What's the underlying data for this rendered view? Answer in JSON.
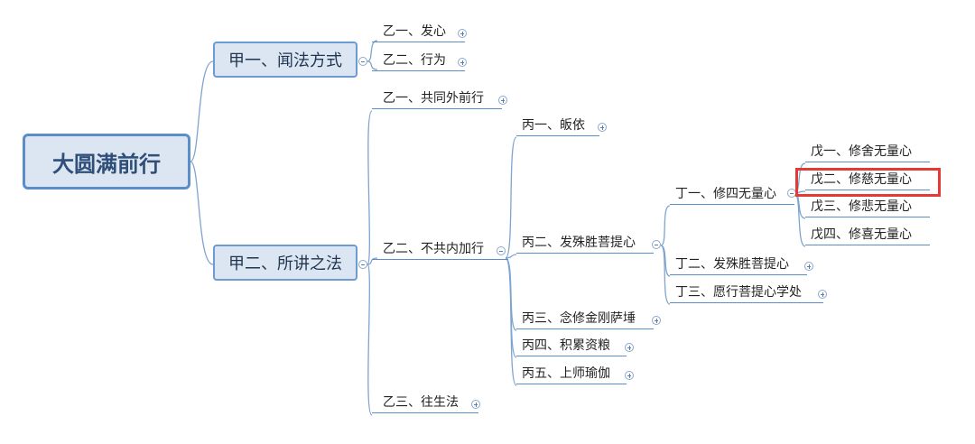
{
  "root": {
    "label": "大圆满前行"
  },
  "jia1": {
    "label": "甲一、闻法方式",
    "children": [
      "乙一、发心",
      "乙二、行为"
    ]
  },
  "jia2": {
    "label": "甲二、所讲之法",
    "yi1": "乙一、共同外前行",
    "yi2": "乙二、不共内加行",
    "yi3": "乙三、往生法"
  },
  "bing": [
    "丙一、皈依",
    "丙二、发殊胜菩提心",
    "丙三、念修金刚萨埵",
    "丙四、积累资粮",
    "丙五、上师瑜伽"
  ],
  "ding": [
    "丁一、修四无量心",
    "丁二、发殊胜菩提心",
    "丁三、愿行菩提心学处"
  ],
  "wu": [
    "戊一、修舍无量心",
    "戊二、修慈无量心",
    "戊三、修悲无量心",
    "戊四、修喜无量心"
  ],
  "colors": {
    "line": "#5b8ec9",
    "node_fill": "#dce6f2",
    "node_border": "#5b8ec9",
    "highlight": "#e53935"
  }
}
